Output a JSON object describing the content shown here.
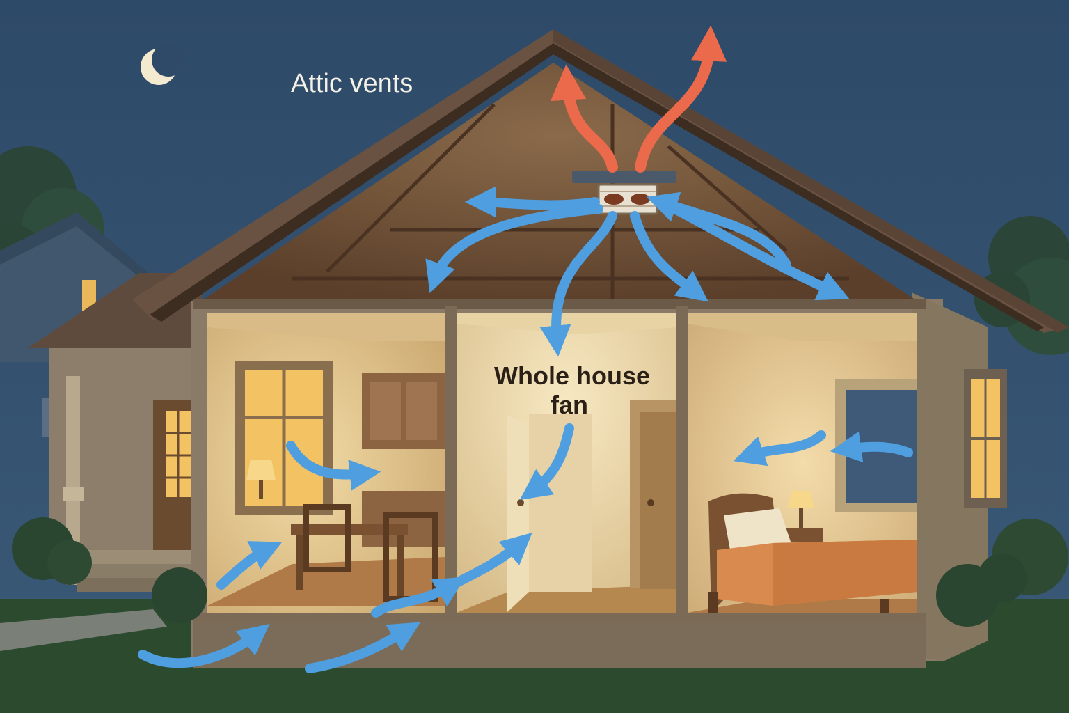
{
  "labels": {
    "attic_vents": "Attic vents",
    "fan_line1": "Whole house",
    "fan_line2": "fan"
  },
  "colors": {
    "sky": "#2f4a66",
    "ground": "#2c4a2e",
    "roof": "#6e5646",
    "attic_interior": "#6b4a30",
    "wall_siding": "#8a7b68",
    "room_light": "#e9cf98",
    "cool_air_arrow": "#4f9fe0",
    "hot_air_arrow": "#ea6a4b",
    "window_glow": "#f4c25c",
    "bed_blanket": "#d98a4e"
  },
  "icons": {
    "moon": "crescent-moon-icon",
    "fan_unit": "whole-house-fan-icon"
  }
}
